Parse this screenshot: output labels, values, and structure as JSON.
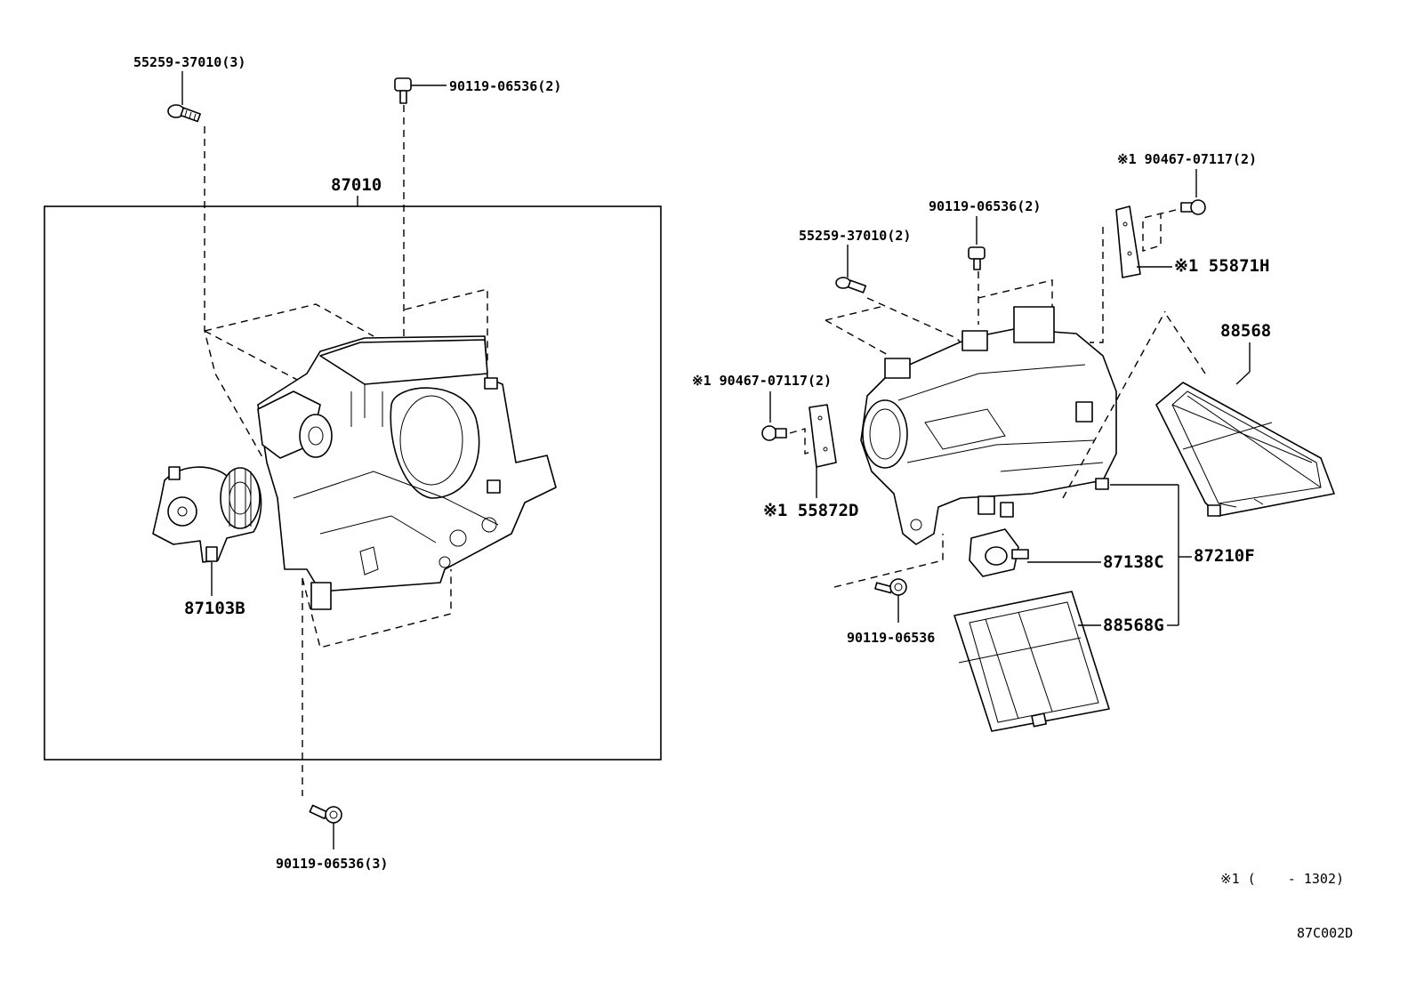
{
  "labels": {
    "clip_left_top": "55259-37010(3)",
    "bolt_left_top": "90119-06536(2)",
    "assembly_left": "87010",
    "blower_motor": "87103B",
    "bolt_left_bottom": "90119-06536(3)",
    "clip_right": "55259-37010(2)",
    "bolt_right_top": "90119-06536(2)",
    "nut_right_top": "※1 90467-07117(2)",
    "seal_right_top": "※1 55871H",
    "nut_right_left": "※1 90467-07117(2)",
    "seal_right_left": "※1 55872D",
    "filter_right": "88568",
    "case_right": "87210F",
    "damper_servo": "87138C",
    "filter_plate": "88568G",
    "bolt_right_bottom": "90119-06536"
  },
  "footnote": "※1 (    - 1302)",
  "diagram_code": "87C002D"
}
